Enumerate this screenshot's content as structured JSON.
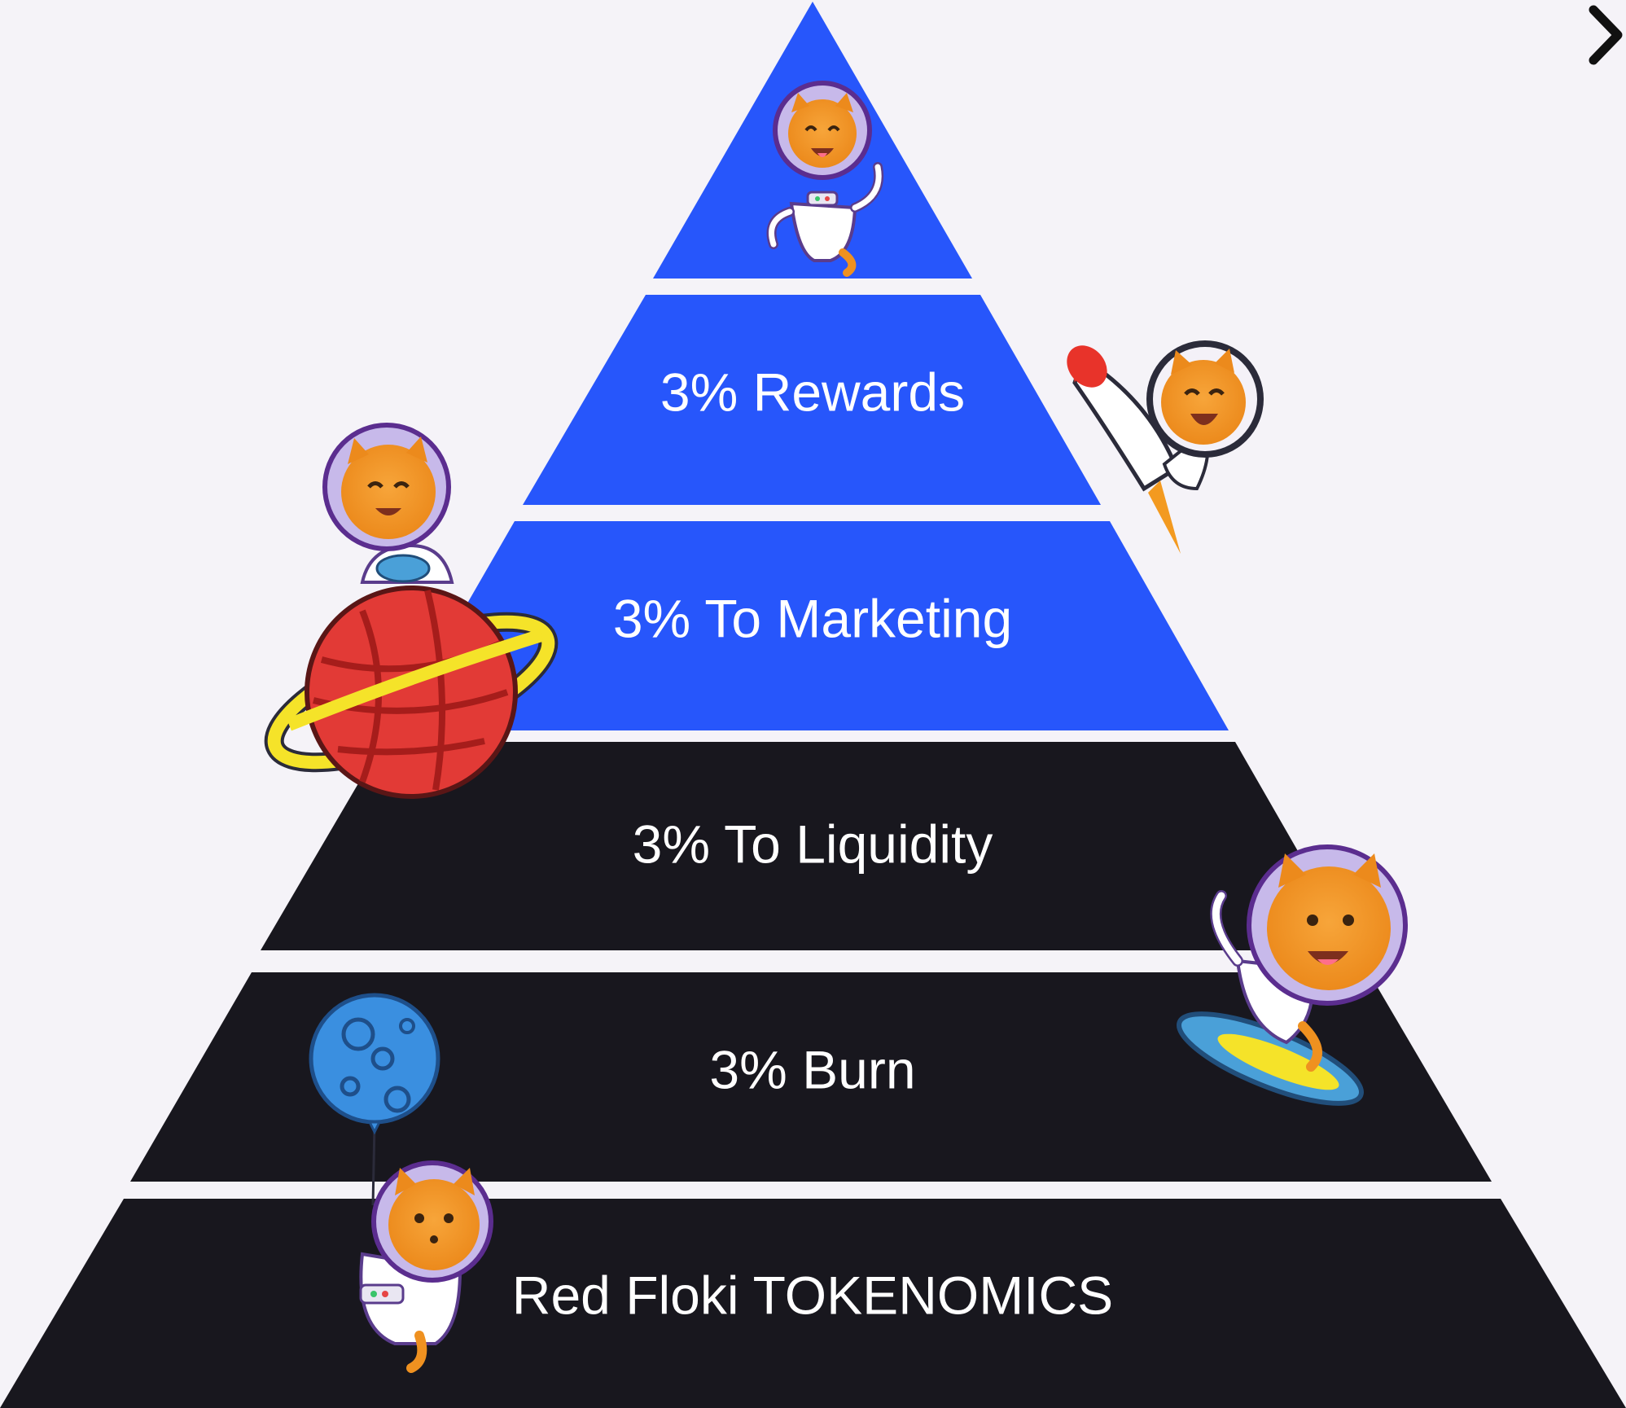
{
  "colors": {
    "background": "#f5f3f8",
    "tier_blue": "#2756fb",
    "tier_dark": "#18171e",
    "text": "#ffffff",
    "arrow": "#111111"
  },
  "tiers": [
    {
      "label": "",
      "color": "blue",
      "icon": "astronaut-dog-floating-icon"
    },
    {
      "label": "3% Rewards",
      "color": "blue"
    },
    {
      "label": "3% To Marketing",
      "color": "blue"
    },
    {
      "label": "3% To Liquidity",
      "color": "dark"
    },
    {
      "label": "3% Burn",
      "color": "dark"
    },
    {
      "label": "Red Floki TOKENOMICS",
      "color": "dark"
    }
  ],
  "decorations": [
    "astronaut-dog-rocket-icon",
    "astronaut-dog-yarn-planet-icon",
    "astronaut-dog-surfboard-icon",
    "moon-balloon-icon",
    "astronaut-dog-balloon-icon"
  ],
  "navigation": {
    "next_icon": "chevron-right-icon"
  }
}
